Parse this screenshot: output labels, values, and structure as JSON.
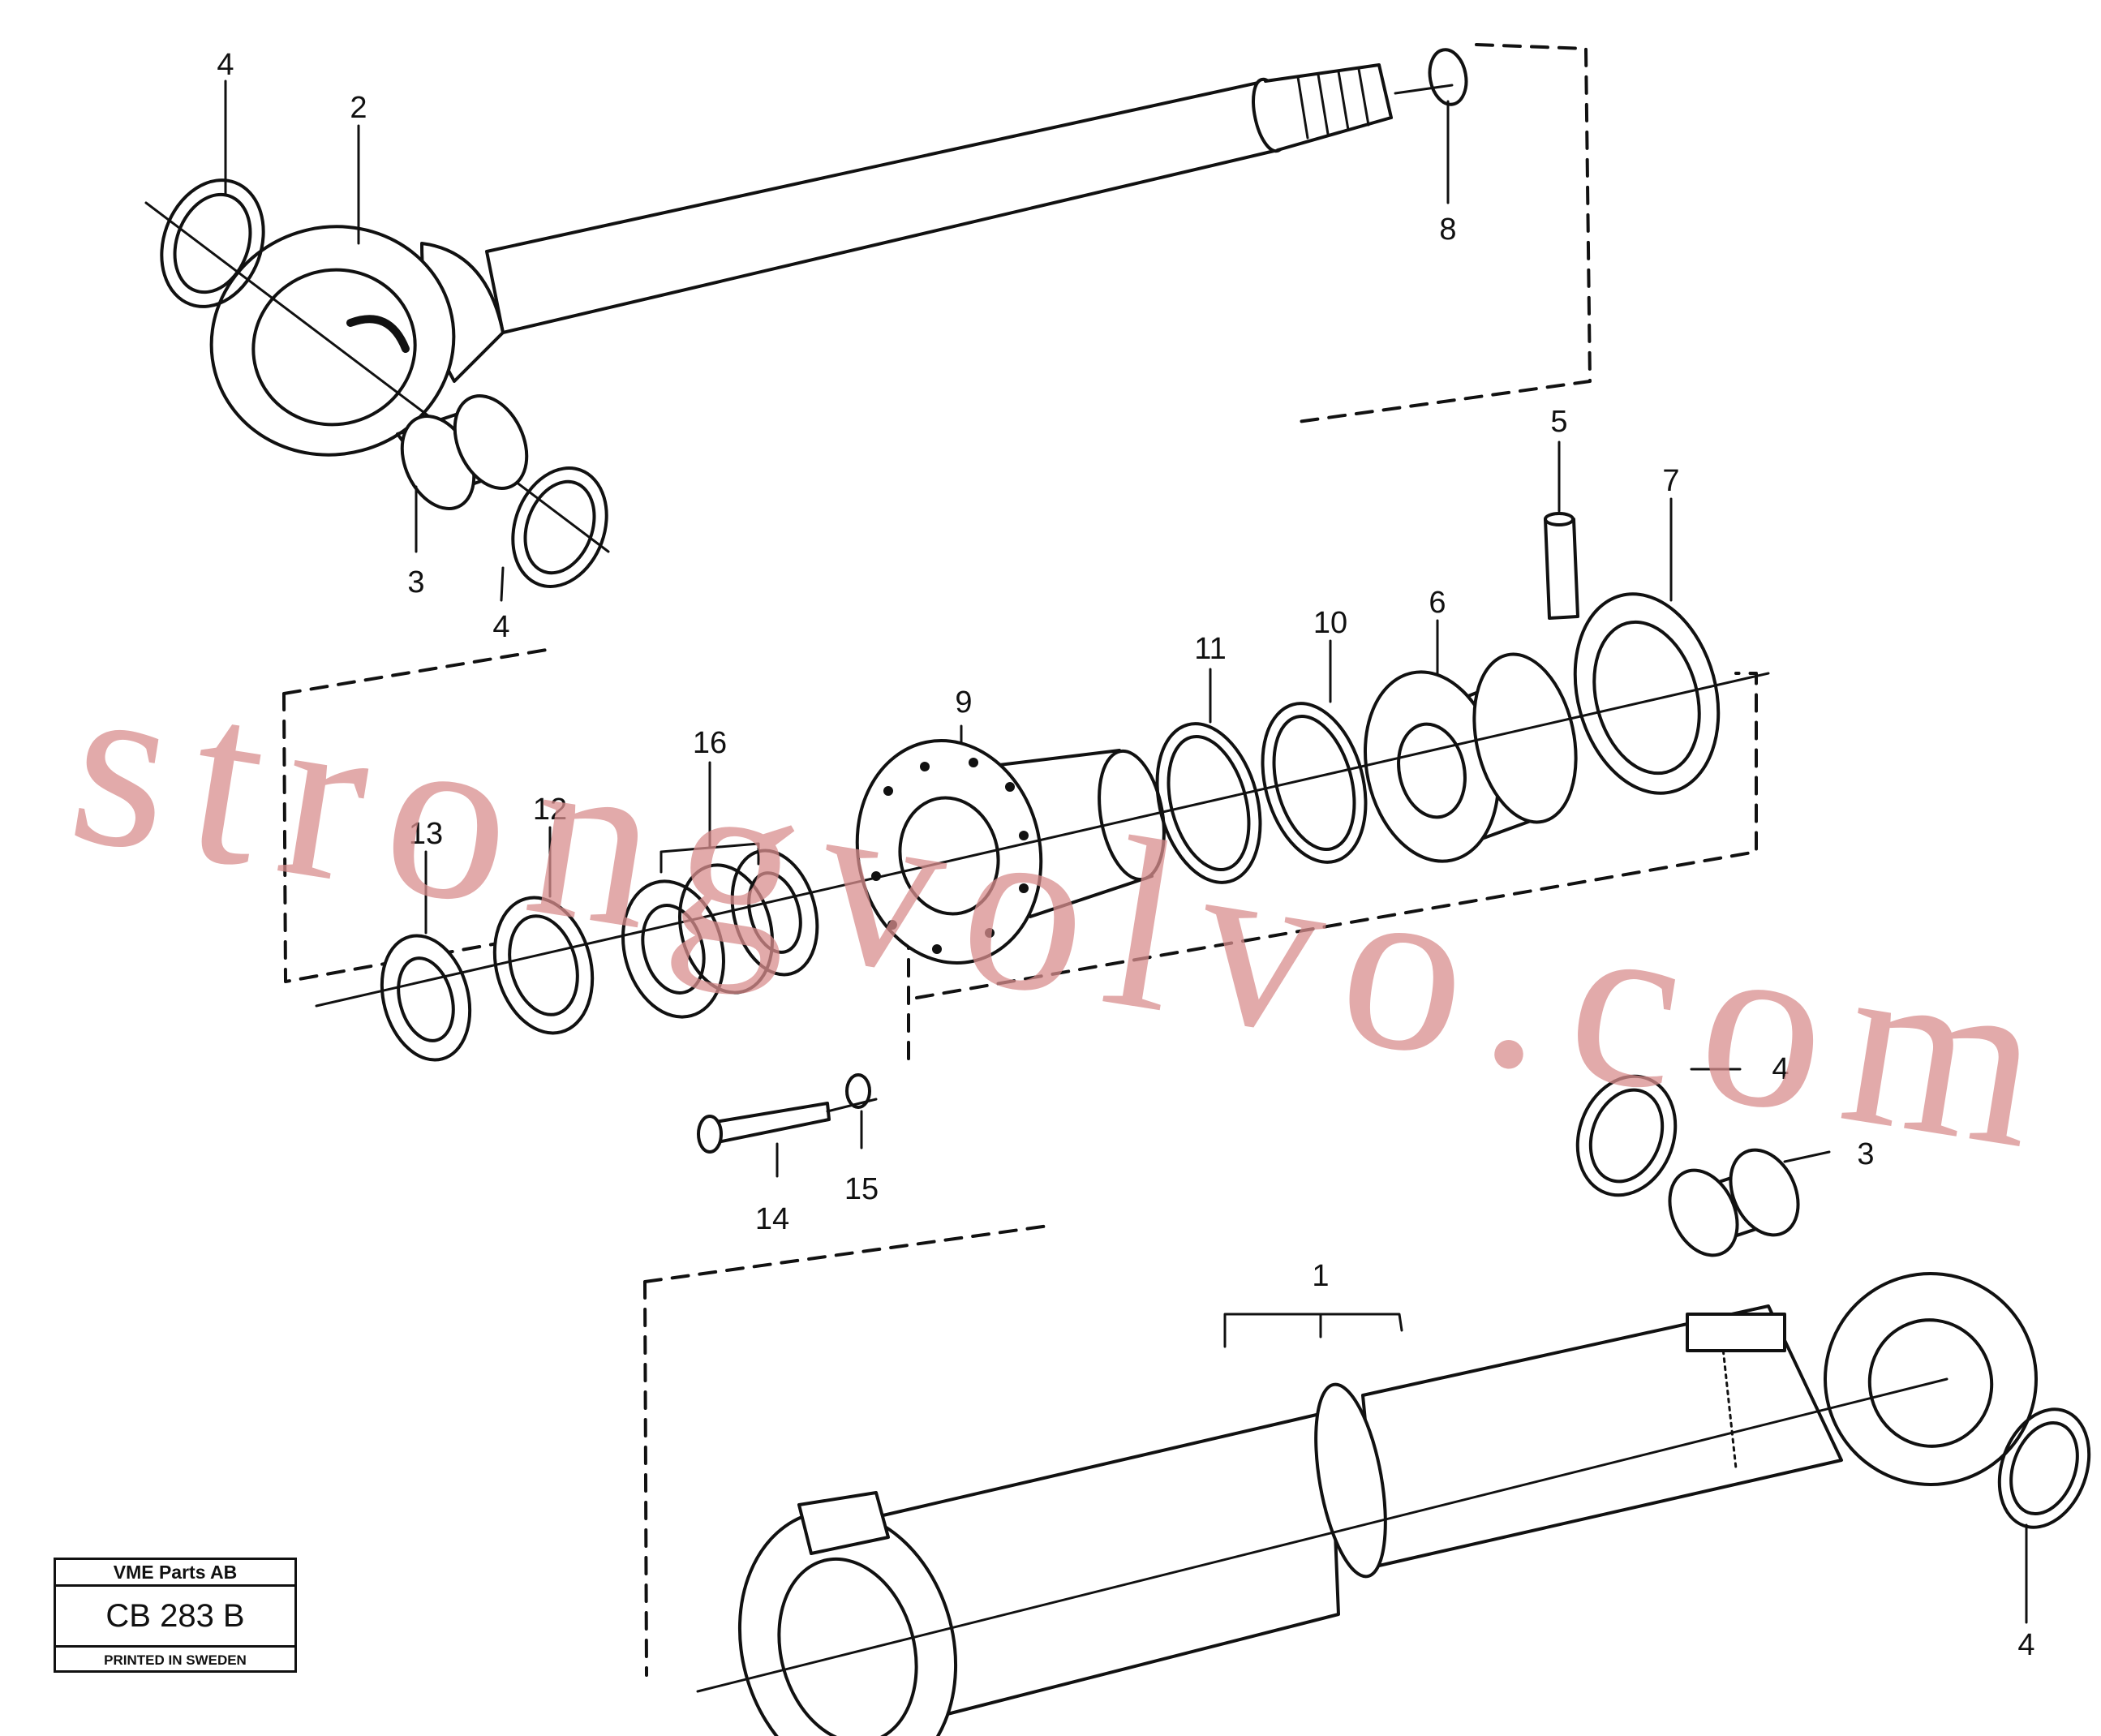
{
  "diagram": {
    "callouts": {
      "c1": "1",
      "c2": "2",
      "c3a": "3",
      "c3b": "3",
      "c4a": "4",
      "c4b": "4",
      "c4c": "4",
      "c4d": "4",
      "c5": "5",
      "c6": "6",
      "c7": "7",
      "c8": "8",
      "c9": "9",
      "c10": "10",
      "c11": "11",
      "c12": "12",
      "c13": "13",
      "c14": "14",
      "c15": "15",
      "c16": "16"
    }
  },
  "watermark": {
    "text": "strongvolvo.com"
  },
  "title_block": {
    "company": "VME Parts AB",
    "code": "CB 283 B",
    "printed": "PRINTED IN SWEDEN"
  }
}
